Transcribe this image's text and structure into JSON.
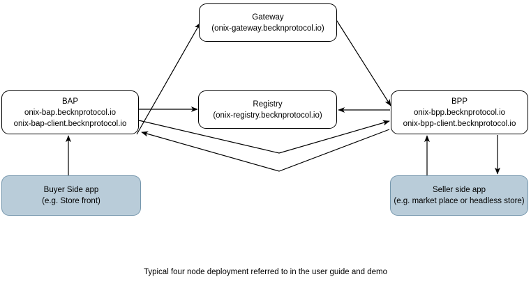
{
  "diagram": {
    "caption": "Typical four node deployment referred to in the user guide and demo",
    "nodes": {
      "gateway": {
        "title": "Gateway",
        "subtitle": "(onix-gateway.becknprotocol.io)",
        "style": "white-rounded"
      },
      "bap": {
        "title": "BAP",
        "line2": "onix-bap.becknprotocol.io",
        "line3": "onix-bap-client.becknprotocol.io",
        "style": "white-rounded"
      },
      "registry": {
        "title": "Registry",
        "subtitle": "(onix-registry.becknprotocol.io)",
        "style": "white-rounded"
      },
      "bpp": {
        "title": "BPP",
        "line2": "onix-bpp.becknprotocol.io",
        "line3": "onix-bpp-client.becknprotocol.io",
        "style": "white-rounded"
      },
      "buyer_app": {
        "title": "Buyer Side app",
        "subtitle": "(e.g. Store front)",
        "style": "blue-filled"
      },
      "seller_app": {
        "title": "Seller side app",
        "subtitle": "(e.g. market place or headless store)",
        "style": "blue-filled"
      }
    },
    "edges": [
      {
        "id": "bap-to-gateway",
        "from": "bap",
        "to": "gateway",
        "shape": "diagonal",
        "arrowhead": "to"
      },
      {
        "id": "gateway-to-bpp",
        "from": "gateway",
        "to": "bpp",
        "shape": "diagonal",
        "arrowhead": "to"
      },
      {
        "id": "bap-to-registry",
        "from": "bap",
        "to": "registry",
        "shape": "horizontal",
        "arrowhead": "to"
      },
      {
        "id": "bpp-to-registry",
        "from": "bpp",
        "to": "registry",
        "shape": "horizontal",
        "arrowhead": "to"
      },
      {
        "id": "bap-to-bpp",
        "from": "bap",
        "to": "bpp",
        "shape": "v-bend",
        "arrowhead": "to"
      },
      {
        "id": "bpp-to-bap",
        "from": "bpp",
        "to": "bap",
        "shape": "v-bend",
        "arrowhead": "to"
      },
      {
        "id": "buyer-app-to-bap",
        "from": "buyer_app",
        "to": "bap",
        "shape": "vertical",
        "arrowhead": "to"
      },
      {
        "id": "seller-app-to-bpp",
        "from": "seller_app",
        "to": "bpp",
        "shape": "vertical",
        "arrowhead": "to"
      },
      {
        "id": "bpp-to-seller-app",
        "from": "bpp",
        "to": "seller_app",
        "shape": "vertical",
        "arrowhead": "to"
      }
    ],
    "colors": {
      "stroke": "#000000",
      "node_fill_white": "#ffffff",
      "node_fill_blue": "#b9ccd9",
      "node_border_blue": "#7697ad",
      "text": "#000000",
      "background": "#ffffff"
    }
  }
}
